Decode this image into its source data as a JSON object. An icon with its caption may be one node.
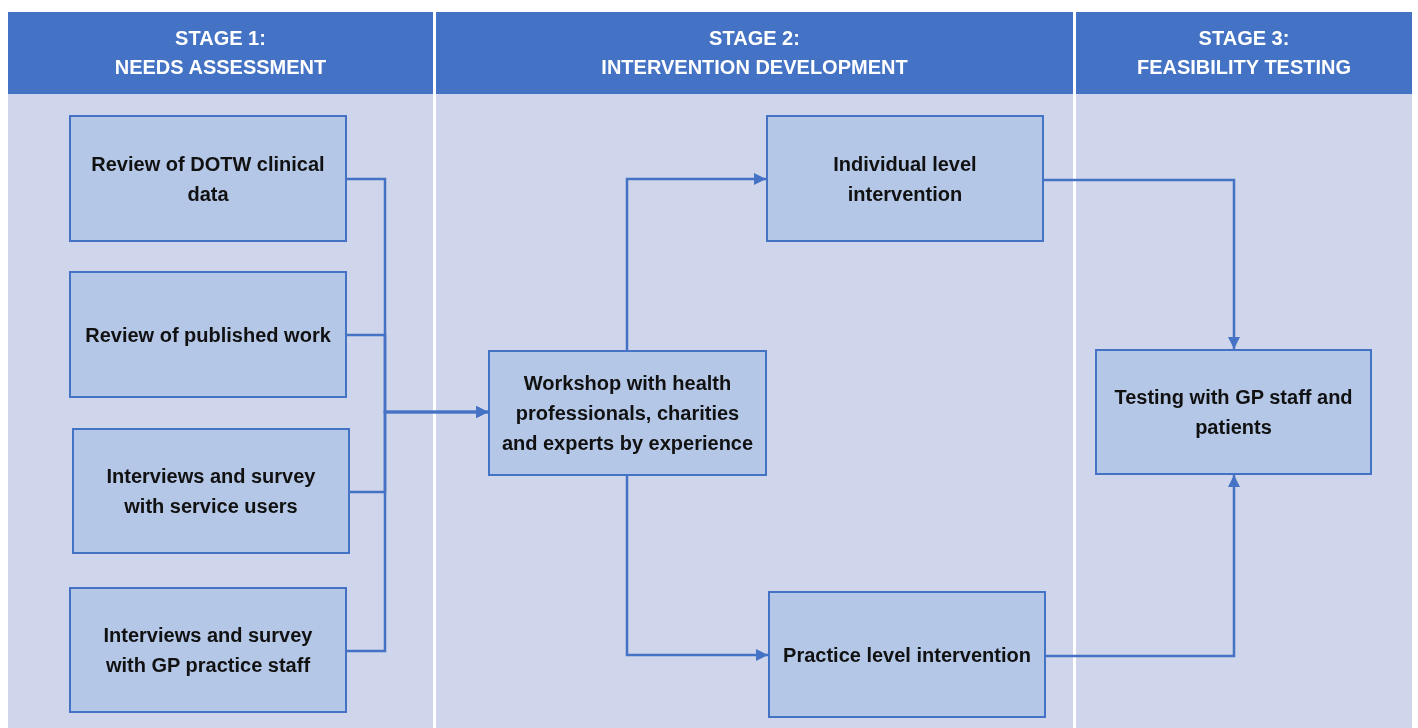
{
  "diagram": {
    "nodes": [
      {
        "text": [
          "STAGE 1: NEEDS ASSESSMENT"
        ]
      },
      {
        "text": [
          "STAGE 2: INTERVENTION DEVELOPMENT"
        ]
      },
      {
        "text": [
          "STAGE 3: FEASIBILITY TESTING"
        ]
      },
      {
        "text": [
          "Review of DOTW clinical data"
        ],
        "in": 0
      },
      {
        "text": [
          "Review of published work"
        ],
        "in": 0
      },
      {
        "text": [
          "Interviews and survey with service users"
        ],
        "in": 0
      },
      {
        "text": [
          "Interviews and survey with GP practice staff"
        ],
        "in": 0
      },
      {
        "text": [
          "Workshop with health professionals, charities and experts by experience"
        ],
        "in": 1
      },
      {
        "text": [
          "Individual level intervention"
        ],
        "in": 1
      },
      {
        "text": [
          "Practice level intervention"
        ],
        "in": 1
      },
      {
        "text": [
          "Testing with GP staff and patients"
        ],
        "in": 2
      }
    ],
    "edges": [
      {
        "from": 3,
        "to": 7,
        "arrow": "to"
      },
      {
        "from": 4,
        "to": 7,
        "arrow": "to"
      },
      {
        "from": 5,
        "to": 7,
        "arrow": "to"
      },
      {
        "from": 6,
        "to": 7,
        "arrow": "to"
      },
      {
        "from": 7,
        "to": 8,
        "arrow": "to"
      },
      {
        "from": 7,
        "to": 9,
        "arrow": "to"
      },
      {
        "from": 8,
        "to": 10,
        "arrow": "to"
      },
      {
        "from": 9,
        "to": 10,
        "arrow": "to"
      }
    ]
  }
}
